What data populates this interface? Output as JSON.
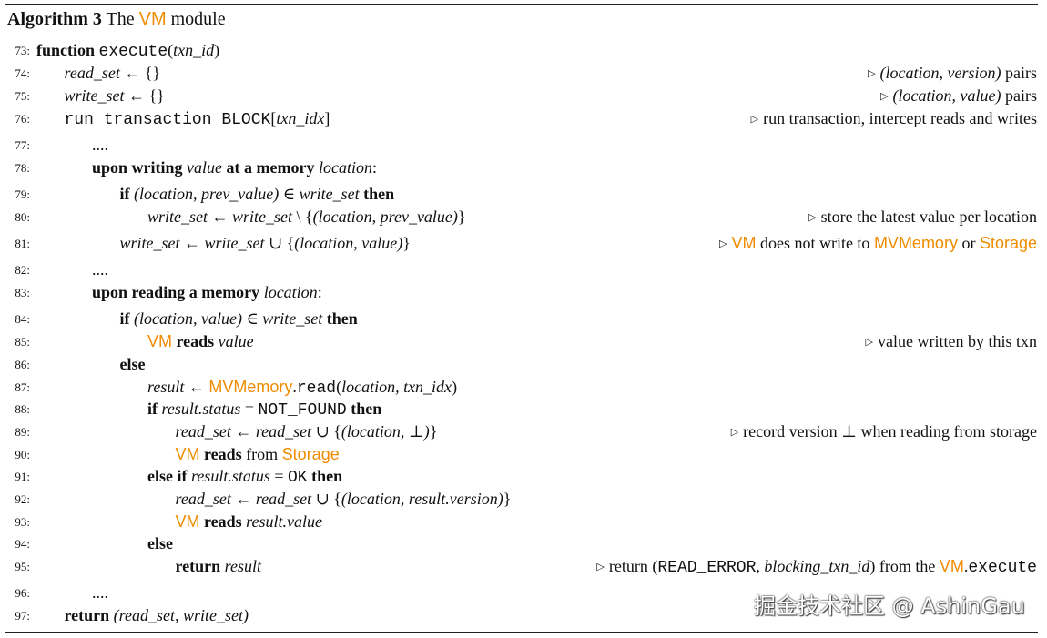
{
  "caption": {
    "label": "Algorithm 3",
    "pre": "The",
    "vm": "VM",
    "post": "module"
  },
  "lines": [
    {
      "n": "73:",
      "indent": 0,
      "html": "<span class='b'>function</span> <span class='mono'>execute</span>(<span class='it'>txn_id</span>)",
      "cmt": ""
    },
    {
      "n": "74:",
      "indent": 1,
      "html": "<span class='it'>read_set</span> ← {}",
      "cmt": "<span class='it'>(location, version)</span> pairs"
    },
    {
      "n": "75:",
      "indent": 1,
      "html": "<span class='it'>write_set</span> ← {}",
      "cmt": "<span class='it'>(location, value)</span> pairs"
    },
    {
      "n": "76:",
      "indent": 1,
      "html": "<span class='mono'>run transaction BLOCK</span>[<span class='it'>txn_idx</span>]",
      "cmt": "run transaction, intercept reads and writes"
    },
    {
      "n": "77:",
      "indent": 2,
      "html": "....",
      "cmt": ""
    },
    {
      "n": "78:",
      "indent": 2,
      "html": "<span class='b'>upon writing</span> <span class='it'>value</span> <span class='b'>at a memory</span> <span class='it'>location</span>:",
      "cmt": ""
    },
    {
      "n": "79:",
      "indent": 3,
      "html": "<span class='b'>if</span> <span class='it'>(location, prev_value)</span> ∈ <span class='it'>write_set</span> <span class='b'>then</span>",
      "cmt": ""
    },
    {
      "n": "80:",
      "indent": 4,
      "html": "<span class='it'>write_set</span> ← <span class='it'>write_set</span> \\ {<span class='it'>(location, prev_value)</span>}",
      "cmt": "store the latest value per location"
    },
    {
      "n": "81:",
      "indent": 3,
      "html": "<span class='it'>write_set</span> ← <span class='it'>write_set</span> ∪ {<span class='it'>(location, value)</span>}",
      "cmt": "<span class='hl'>VM</span> does not write to <span class='hl'>MVMemory</span> or <span class='hl'>Storage</span>"
    },
    {
      "n": "82:",
      "indent": 2,
      "html": "....",
      "cmt": ""
    },
    {
      "n": "83:",
      "indent": 2,
      "html": "<span class='b'>upon reading a memory</span> <span class='it'>location</span>:",
      "cmt": ""
    },
    {
      "n": "84:",
      "indent": 3,
      "html": "<span class='b'>if</span> <span class='it'>(location, value)</span> ∈ <span class='it'>write_set</span> <span class='b'>then</span>",
      "cmt": ""
    },
    {
      "n": "85:",
      "indent": 4,
      "html": "<span class='hl'>VM</span> <span class='b'>reads</span> <span class='it'>value</span>",
      "cmt": "value written by this txn"
    },
    {
      "n": "86:",
      "indent": 3,
      "html": "<span class='b'>else</span>",
      "cmt": ""
    },
    {
      "n": "87:",
      "indent": 4,
      "html": "<span class='it'>result</span> ← <span class='hl'>MVMemory</span>.<span class='mono'>read</span>(<span class='it'>location, txn_idx</span>)",
      "cmt": ""
    },
    {
      "n": "88:",
      "indent": 4,
      "html": "<span class='b'>if</span> <span class='it'>result.status</span> = <span class='mono'>NOT_FOUND</span> <span class='b'>then</span>",
      "cmt": ""
    },
    {
      "n": "89:",
      "indent": 5,
      "html": "<span class='it'>read_set</span> ← <span class='it'>read_set</span> ∪ {<span class='it'>(location, ⊥)</span>}",
      "cmt": "record version ⊥ when reading from storage"
    },
    {
      "n": "90:",
      "indent": 5,
      "html": "<span class='hl'>VM</span> <span class='b'>reads</span> from <span class='hl'>Storage</span>",
      "cmt": ""
    },
    {
      "n": "91:",
      "indent": 4,
      "html": "<span class='b'>else if</span> <span class='it'>result.status</span> = <span class='mono'>OK</span> <span class='b'>then</span>",
      "cmt": ""
    },
    {
      "n": "92:",
      "indent": 5,
      "html": "<span class='it'>read_set</span> ← <span class='it'>read_set</span> ∪ {<span class='it'>(location, result.version)</span>}",
      "cmt": ""
    },
    {
      "n": "93:",
      "indent": 5,
      "html": "<span class='hl'>VM</span> <span class='b'>reads</span> <span class='it'>result.value</span>",
      "cmt": ""
    },
    {
      "n": "94:",
      "indent": 4,
      "html": "<span class='b'>else</span>",
      "cmt": ""
    },
    {
      "n": "95:",
      "indent": 5,
      "html": "<span class='b'>return</span> <span class='it'>result</span>",
      "cmt": "return (<span class='mono'>READ_ERROR</span>, <span class='it'>blocking_txn_id</span>) from the <span class='hl'>VM</span>.<span class='mono'>execute</span>"
    },
    {
      "n": "96:",
      "indent": 2,
      "html": "....",
      "cmt": ""
    },
    {
      "n": "97:",
      "indent": 1,
      "html": "<span class='b'>return</span> <span class='it'>(read_set, write_set)</span>",
      "cmt": ""
    }
  ],
  "watermark": "掘金技术社区 @ AshinGau"
}
